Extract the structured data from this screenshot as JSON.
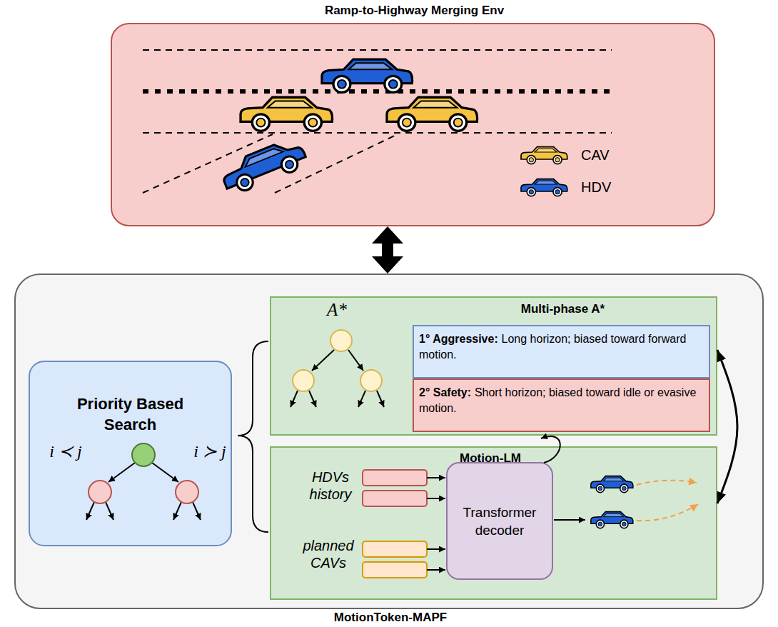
{
  "diagram": {
    "nodes": [
      {
        "text": [
          "Ramp-to-Highway Merging Env"
        ]
      },
      {
        "text": [
          "MotionToken-MAPF"
        ]
      },
      {
        "text": [
          "Priority Based Search"
        ],
        "in": 1
      },
      {
        "text": [
          "Multi-phase A*",
          "A*"
        ],
        "in": 1
      },
      {
        "text": [
          "1° Aggressive:",
          "Long horizon; biased toward forward motion."
        ],
        "in": 3
      },
      {
        "text": [
          "2° Safety:",
          "Short horizon; biased toward idle or evasive motion."
        ],
        "in": 3
      },
      {
        "text": [
          "Motion-LM"
        ],
        "in": 1
      },
      {
        "text": [
          "Transformer decoder"
        ],
        "in": 6
      }
    ],
    "edges": [
      {
        "from": 0,
        "to": 1,
        "arrow": "both"
      },
      {
        "from": 3,
        "to": 6,
        "arrow": "both"
      }
    ],
    "labels": [
      "i ≺ j",
      "i ≻ j",
      "HDVs history",
      "planned CAVs"
    ],
    "legend": [
      {
        "text": "CAV",
        "color": "#f5c242"
      },
      {
        "text": "HDV",
        "color": "#1f5fd6"
      }
    ]
  }
}
